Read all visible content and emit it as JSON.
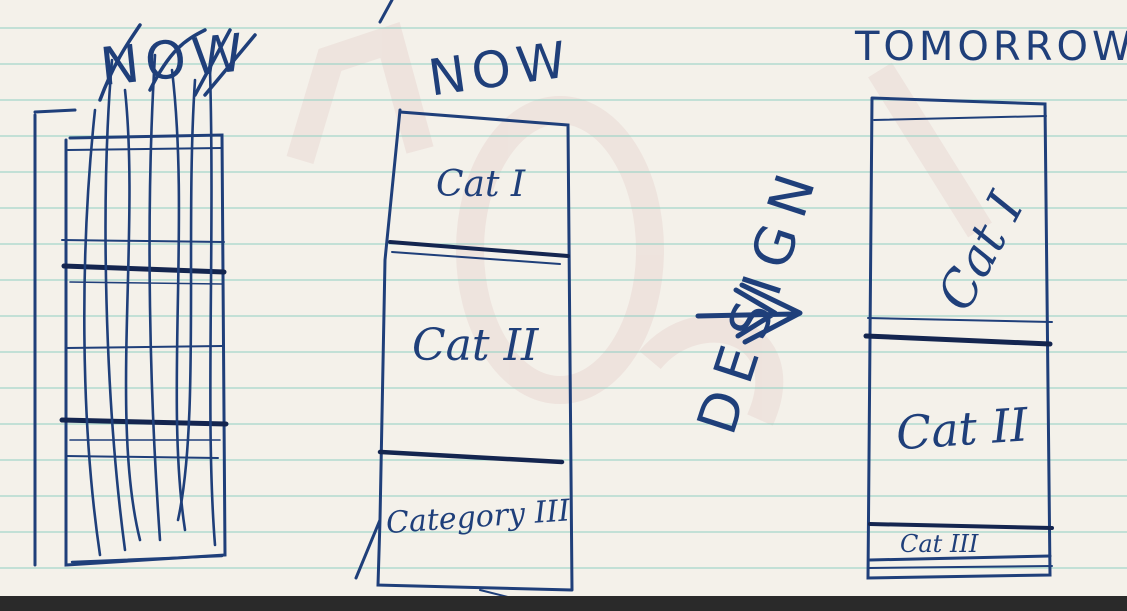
{
  "headings": {
    "left": "NOW",
    "middle": "NOW",
    "right": "TOMORROW"
  },
  "middle_column": {
    "cat1": "Cat I",
    "cat2": "Cat II",
    "cat3": "Category III"
  },
  "process_label": "DESIGN",
  "right_column": {
    "cat1": "Cat I",
    "cat2": "Cat II",
    "cat3": "Cat III"
  },
  "colors": {
    "ink": "#1f3f7a",
    "ink_dark": "#14254f",
    "paper": "#f4f1ea",
    "rule_line": "#8fcfc3",
    "watermark": "#ead8d4"
  }
}
